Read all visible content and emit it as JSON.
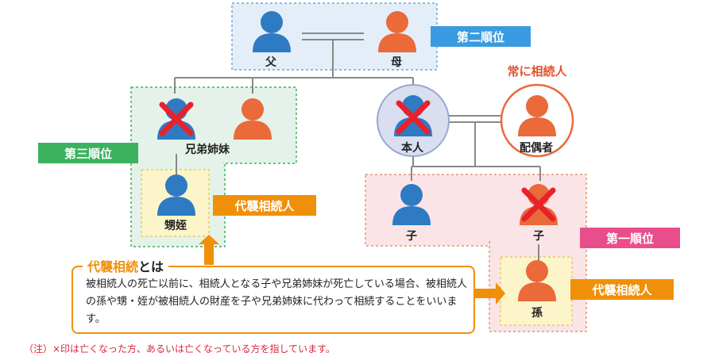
{
  "people": {
    "father": "父",
    "mother": "母",
    "siblings": "兄弟姉妹",
    "nephews_nieces": "甥姪",
    "self": "本人",
    "spouse": "配偶者",
    "child_1": "子",
    "child_2": "子",
    "grandchild": "孫"
  },
  "badges": {
    "second_rank": "第二順位",
    "third_rank": "第三順位",
    "first_rank": "第一順位",
    "always_heir": "常に相続人",
    "substitute_heir_left": "代襲相続人",
    "substitute_heir_right": "代襲相続人"
  },
  "colors": {
    "male_blue": "#2e7bc4",
    "female_orange": "#ea6a3a",
    "cross_red": "#e8212a",
    "second_rank_blue": "#3a9be0",
    "third_rank_green": "#3cb25f",
    "first_rank_pink": "#ea4d8c",
    "substitute_orange": "#f0900a",
    "always_heir_text": "#e2552e"
  },
  "note": {
    "title_highlight": "代襲相続",
    "title_rest": "とは",
    "text": "被相続人の死亡以前に、相続人となる子や兄弟姉妹が死亡している場合、被相続人の孫や甥・姪が被相続人の財産を子や兄弟姉妹に代わって相続することをいいます。"
  },
  "footnote": "（注）×印は亡くなった方、あるいは亡くなっている方を指しています。"
}
